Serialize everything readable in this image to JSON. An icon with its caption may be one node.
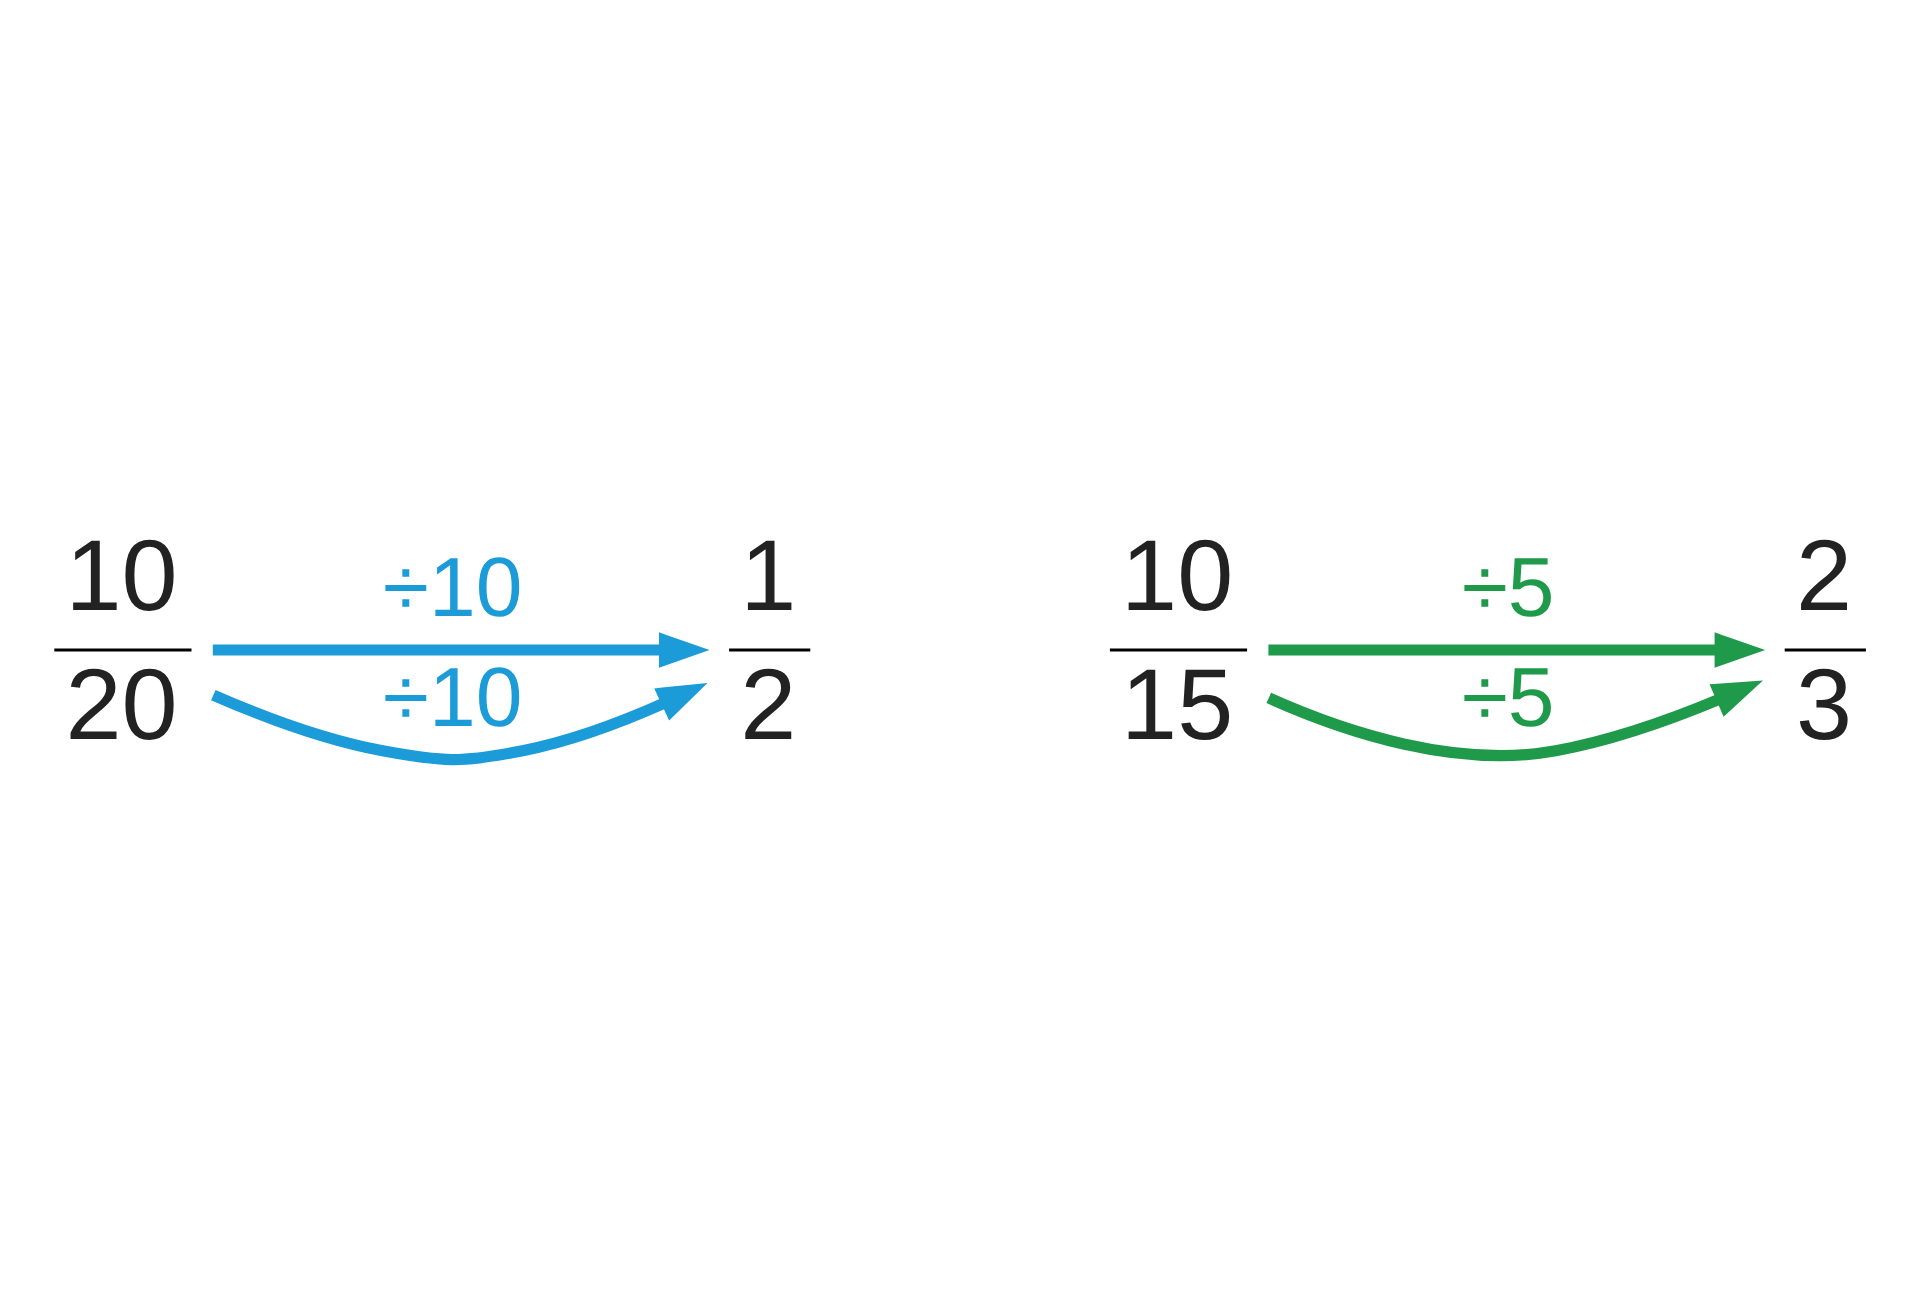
{
  "diagram": {
    "nodes": [
      {
        "text": [
          "10",
          "20"
        ]
      },
      {
        "text": [
          "1",
          "2"
        ]
      },
      {
        "text": [
          "10",
          "15"
        ]
      },
      {
        "text": [
          "2",
          "3"
        ]
      }
    ],
    "edges": [
      {
        "from": 0,
        "to": 1,
        "arrow": "to",
        "label": "÷10",
        "color": "#1b9bd7"
      },
      {
        "from": 0,
        "to": 1,
        "arrow": "to",
        "label": "÷10",
        "color": "#1b9bd7"
      },
      {
        "from": 2,
        "to": 3,
        "arrow": "to",
        "label": "÷5",
        "color": "#1f9a4a"
      },
      {
        "from": 2,
        "to": 3,
        "arrow": "to",
        "label": "÷5",
        "color": "#1f9a4a"
      }
    ]
  }
}
